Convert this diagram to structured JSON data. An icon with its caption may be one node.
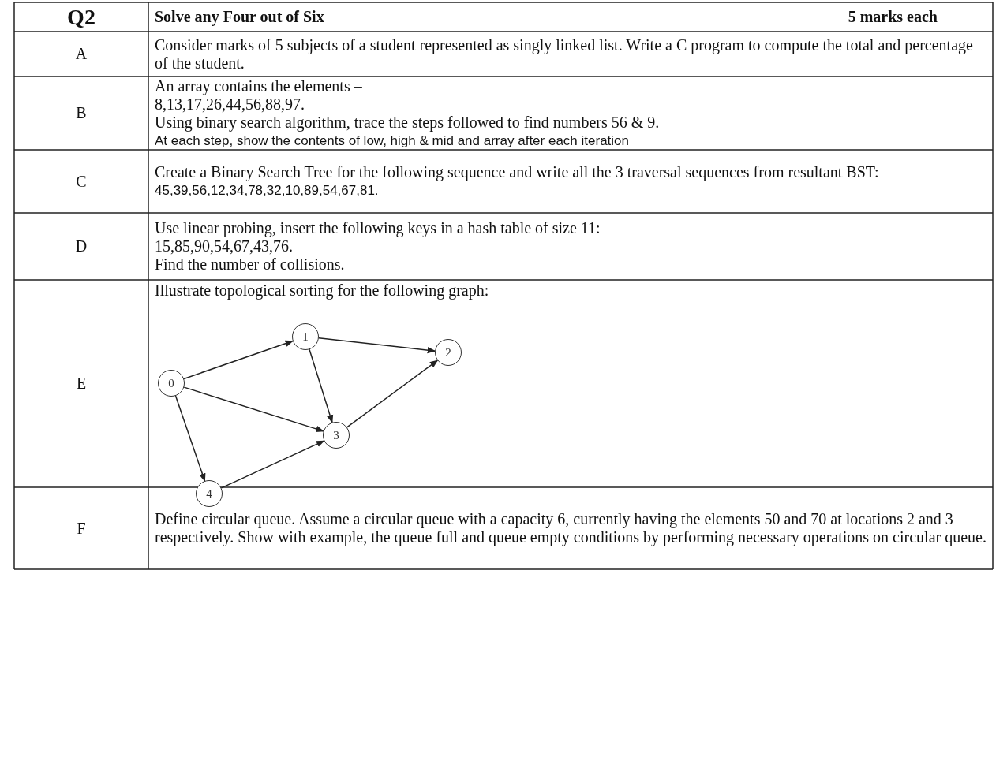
{
  "diagram": {
    "nodes": [
      {
        "text": [
          "0"
        ]
      },
      {
        "text": [
          "1"
        ]
      },
      {
        "text": [
          "2"
        ]
      },
      {
        "text": [
          "3"
        ]
      },
      {
        "text": [
          "4"
        ]
      }
    ],
    "edges": [
      {
        "from": 0,
        "to": 1,
        "arrow": "to"
      },
      {
        "from": 1,
        "to": 2,
        "arrow": "to"
      },
      {
        "from": 1,
        "to": 3,
        "arrow": "to"
      },
      {
        "from": 0,
        "to": 3,
        "arrow": "to"
      },
      {
        "from": 3,
        "to": 2,
        "arrow": "to"
      },
      {
        "from": 0,
        "to": 4,
        "arrow": "to"
      },
      {
        "from": 4,
        "to": 3,
        "arrow": "to"
      }
    ],
    "labels": [
      "Q2",
      "Solve any Four out of Six",
      "5 marks each",
      "A",
      "Consider marks of 5 subjects of a student represented as singly linked list. Write a C program to compute the total and percentage of the student.",
      "B",
      "An array contains the elements –",
      "8,13,17,26,44,56,88,97.",
      "Using binary search algorithm, trace the steps followed to find numbers 56 & 9.",
      "At each step, show the contents of low, high & mid and array after each iteration",
      "C",
      "Create a Binary Search Tree for the following sequence and write all the 3 traversal sequences from resultant BST:",
      "45,39,56,12,34,78,32,10,89,54,67,81.",
      "D",
      "Use linear probing, insert the following keys in a hash table of size 11:",
      "15,85,90,54,67,43,76.",
      "Find the number of collisions.",
      "E",
      "Illustrate topological sorting for the following graph:",
      "F",
      "Define circular queue. Assume a circular queue with a capacity 6, currently having the elements 50 and 70 at locations 2 and 3 respectively. Show with example, the queue full and queue empty conditions by performing necessary operations on circular queue."
    ]
  }
}
